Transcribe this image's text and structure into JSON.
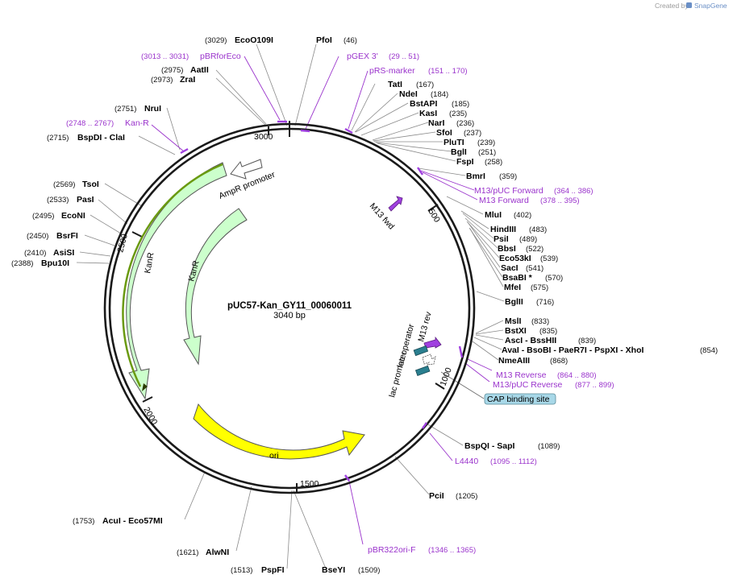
{
  "watermark": {
    "prefix": "Created by",
    "brand": "SnapGene"
  },
  "plasmid": {
    "name": "pUC57-Kan_GY11_00060011",
    "length_label": "3040 bp"
  },
  "ticks": [
    "500",
    "1000",
    "1500",
    "2000",
    "2500",
    "3000"
  ],
  "enzymes": [
    {
      "pos": "(3029)",
      "name": "EcoO109I"
    },
    {
      "pos": "(46)",
      "name": "PfoI"
    },
    {
      "pos": "(2975)",
      "name": "AatII"
    },
    {
      "pos": "(2973)",
      "name": "ZraI"
    },
    {
      "pos": "(167)",
      "name": "TatI"
    },
    {
      "pos": "(184)",
      "name": "NdeI"
    },
    {
      "pos": "(185)",
      "name": "BstAPI"
    },
    {
      "pos": "(235)",
      "name": "KasI"
    },
    {
      "pos": "(236)",
      "name": "NarI"
    },
    {
      "pos": "(237)",
      "name": "SfoI"
    },
    {
      "pos": "(239)",
      "name": "PluTI"
    },
    {
      "pos": "(251)",
      "name": "BglI"
    },
    {
      "pos": "(258)",
      "name": "FspI"
    },
    {
      "pos": "(2751)",
      "name": "NruI"
    },
    {
      "pos": "(2715)",
      "name": "BspDI  -  ClaI"
    },
    {
      "pos": "(359)",
      "name": "BmrI"
    },
    {
      "pos": "(402)",
      "name": "MluI"
    },
    {
      "pos": "(483)",
      "name": "HindIII"
    },
    {
      "pos": "(489)",
      "name": "PsiI"
    },
    {
      "pos": "(522)",
      "name": "BbsI"
    },
    {
      "pos": "(539)",
      "name": "Eco53kI"
    },
    {
      "pos": "(541)",
      "name": "SacI"
    },
    {
      "pos": "(570)",
      "name": "BsaBI  *"
    },
    {
      "pos": "(575)",
      "name": "MfeI"
    },
    {
      "pos": "(716)",
      "name": "BglII"
    },
    {
      "pos": "(2569)",
      "name": "TsoI"
    },
    {
      "pos": "(2533)",
      "name": "PasI"
    },
    {
      "pos": "(2495)",
      "name": "EcoNI"
    },
    {
      "pos": "(2450)",
      "name": "BsrFI"
    },
    {
      "pos": "(2410)",
      "name": "AsiSI"
    },
    {
      "pos": "(2388)",
      "name": "Bpu10I"
    },
    {
      "pos": "(833)",
      "name": "MslI"
    },
    {
      "pos": "(835)",
      "name": "BstXI"
    },
    {
      "pos": "(839)",
      "name": "AscI  -  BssHII"
    },
    {
      "pos": "(854)",
      "name": "AvaI  -  BsoBI  -  PaeR7I  -  PspXI  -  XhoI"
    },
    {
      "pos": "(868)",
      "name": "NmeAIII"
    },
    {
      "pos": "(1089)",
      "name": "BspQI  -  SapI"
    },
    {
      "pos": "(1205)",
      "name": "PciI"
    },
    {
      "pos": "(1753)",
      "name": "AcuI  -  Eco57MI"
    },
    {
      "pos": "(1621)",
      "name": "AlwNI"
    },
    {
      "pos": "(1513)",
      "name": "PspFI"
    },
    {
      "pos": "(1509)",
      "name": "BseYI"
    }
  ],
  "primers": [
    {
      "name": "pBRforEco",
      "range": "(3013 .. 3031)"
    },
    {
      "name": "pGEX 3'",
      "range": "(29 .. 51)"
    },
    {
      "name": "pRS-marker",
      "range": "(151 .. 170)"
    },
    {
      "name": "Kan-R",
      "range": "(2748 .. 2767)"
    },
    {
      "name": "M13/pUC Forward",
      "range": "(364 .. 386)"
    },
    {
      "name": "M13 Forward",
      "range": "(378 .. 395)"
    },
    {
      "name": "M13 Reverse",
      "range": "(864 .. 880)"
    },
    {
      "name": "M13/pUC Reverse",
      "range": "(877 .. 899)"
    },
    {
      "name": "L4440",
      "range": "(1095 .. 1112)"
    },
    {
      "name": "pBR322ori-F",
      "range": "(1346 .. 1365)"
    }
  ],
  "features": {
    "ampr_promoter": "AmpR promoter",
    "kanr_outer": "KanR",
    "kanr_inner": "KanR",
    "ori": "ori",
    "m13_fwd": "M13 fwd",
    "m13_rev": "M13 rev",
    "lac_operator": "lac operator",
    "lac_promoter": "lac promoter",
    "cap_site": "CAP binding site"
  },
  "colors": {
    "backbone": "#1a1a1a",
    "feature_purple": "#9a33cc",
    "marker_green": "#ccffcc",
    "ori_yellow": "#ffff00",
    "promoter_white": "#ffffff",
    "primer_purple": "#a040e0",
    "lac_teal": "#2a7f8f",
    "cap_badge": "#a8d8e8"
  }
}
